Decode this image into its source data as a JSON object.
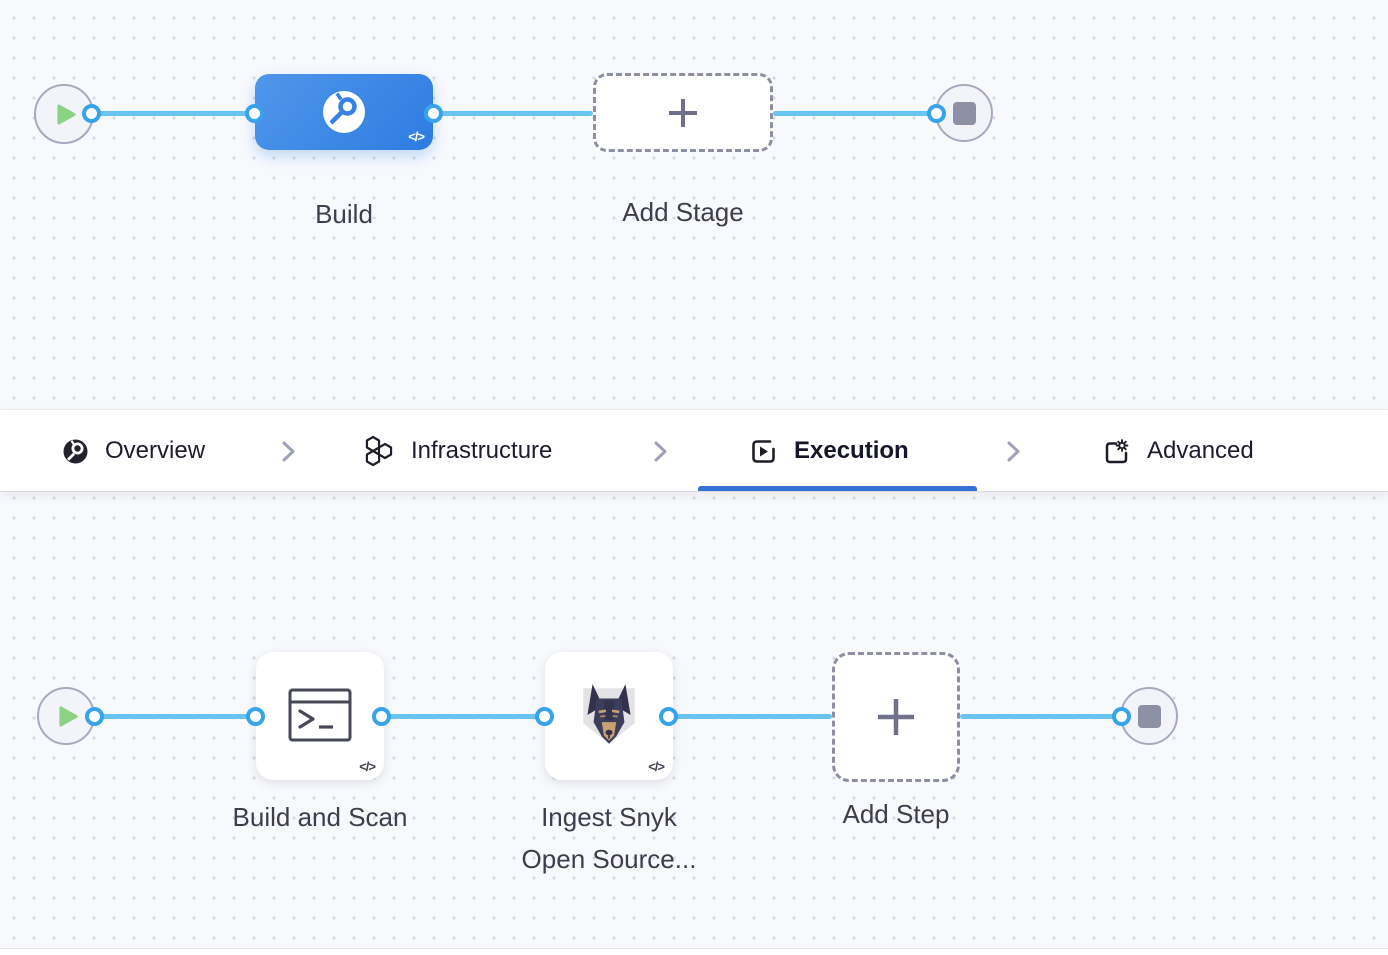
{
  "stage_flow": {
    "build_stage_label": "Build",
    "add_stage_label": "Add Stage",
    "code_glyph": "</>"
  },
  "tab_bar": {
    "tabs": [
      {
        "label": "Overview"
      },
      {
        "label": "Infrastructure"
      },
      {
        "label": "Execution",
        "active": true
      },
      {
        "label": "Advanced"
      }
    ]
  },
  "step_flow": {
    "steps": [
      {
        "label": "Build and Scan"
      },
      {
        "label_line1": "Ingest Snyk",
        "label_line2": "Open Source..."
      }
    ],
    "add_step_label": "Add Step",
    "code_glyph": "</>"
  },
  "colors": {
    "accent_blue": "#3572d3",
    "flow_line_blue": "#69c4f1",
    "connector_ring_blue": "#37a3eb",
    "stage_card_blue": "#3b87e5",
    "play_green": "#8bd285",
    "snyk_navy": "#3d3d5c"
  }
}
